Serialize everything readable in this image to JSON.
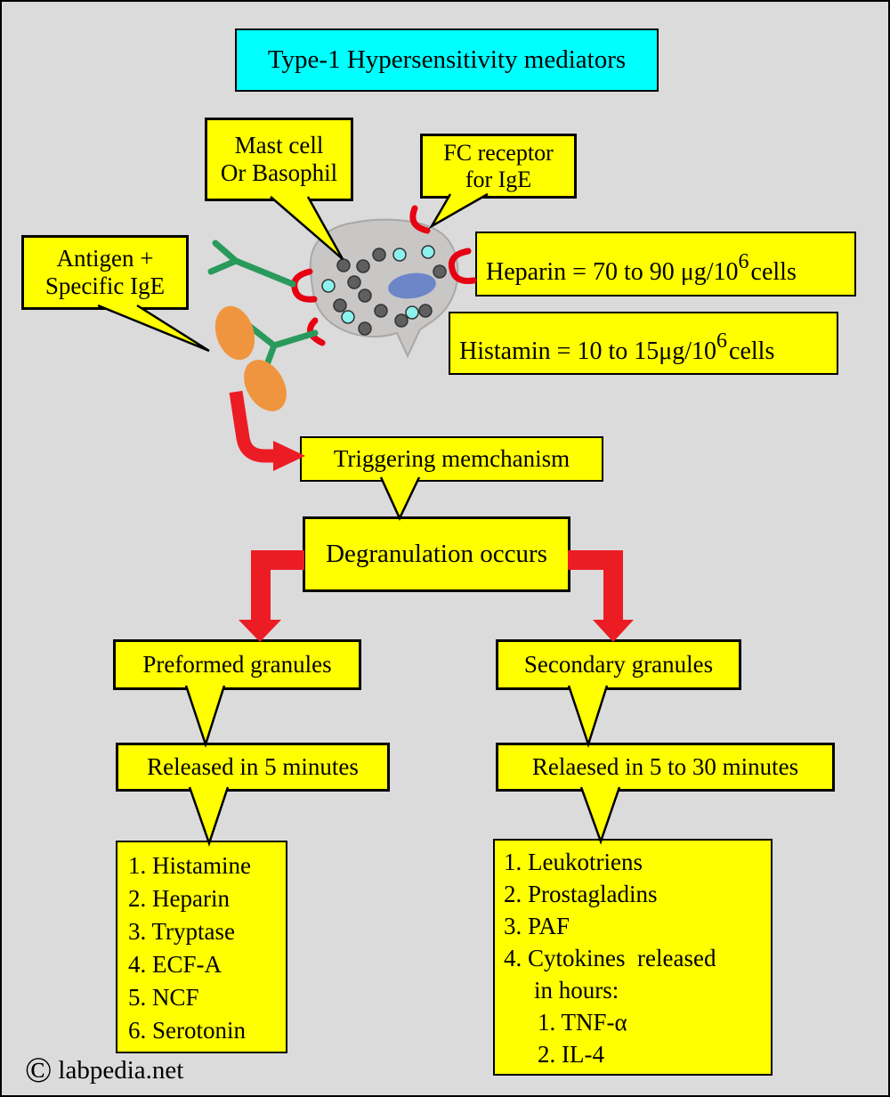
{
  "title": "Type-1 Hypersensitivity mediators",
  "callouts": {
    "mast_cell": {
      "line1": "Mast cell",
      "line2": "Or Basophil"
    },
    "fc_receptor": {
      "line1": "FC receptor",
      "line2": "for IgE"
    },
    "antigen": {
      "line1": "Antigen +",
      "line2": "Specific IgE"
    }
  },
  "measurements": {
    "heparin": {
      "prefix": "Heparin = 70 to 90 μg/10",
      "sup": "6",
      "suffix": "cells"
    },
    "histamin": {
      "prefix": "Histamin = 10 to 15μg/10",
      "sup": "6",
      "suffix": "cells"
    }
  },
  "flow": {
    "triggering": "Triggering memchanism",
    "degranulation": "Degranulation occurs",
    "preformed_granules": "Preformed granules",
    "secondary_granules": "Secondary granules",
    "preformed_release": "Released in 5 minutes",
    "secondary_release": "Relaesed in 5 to 30 minutes"
  },
  "preformed_list": [
    "1. Histamine",
    "2. Heparin",
    "3. Tryptase",
    "4. ECF-A",
    "5. NCF",
    "6. Serotonin"
  ],
  "secondary_list": [
    "1. Leukotriens",
    "2. Prostagladins",
    "3. PAF",
    "4. Cytokines  released",
    "in hours:",
    "1. TNF-α",
    "2. IL-4"
  ],
  "footer": {
    "copyright": "©",
    "site": "labpedia.net"
  },
  "colors": {
    "background": "#DBDBDB",
    "box_fill": "#FFFF00",
    "title_fill": "#00FFFF",
    "arrow_red": "#EC1C24",
    "cell_body": "#C9C6C6",
    "nucleus_blue": "#6C86C8",
    "granule_gray": "#5F5F5F",
    "granule_cyan": "#8CF2EE",
    "ige_green": "#2A9A5C",
    "antigen_orange": "#F0953F",
    "receptor_red": "#E60012"
  }
}
